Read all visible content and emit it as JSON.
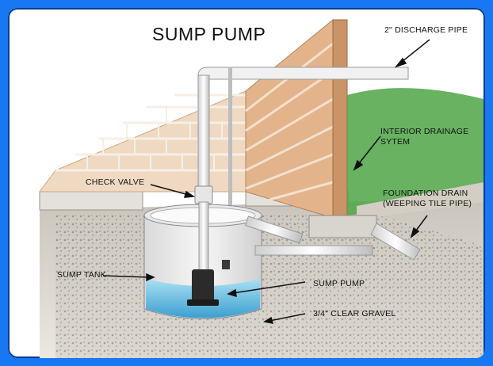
{
  "title": "SUMP PUMP",
  "labels": {
    "discharge_pipe": "2\" DISCHARGE PIPE",
    "interior_drainage_line1": "INTERIOR DRAINAGE",
    "interior_drainage_line2": "SYTEM",
    "foundation_drain_line1": "FOUNDATION DRAIN",
    "foundation_drain_line2": "(WEEPING TILE PIPE)",
    "check_valve": "CHECK VALVE",
    "sump_tank": "SUMP TANK",
    "sump_pump": "SUMP PUMP",
    "gravel": "3/4\" CLEAR GRAVEL"
  },
  "colors": {
    "frame": "#1877f2",
    "brick": "#e8c9a8",
    "mortar": "#f6f0e8",
    "water": "#7cc8e6",
    "pipe": "#f2f2f2",
    "grass": "#3f9a3a",
    "soil": "#b9b3a8"
  },
  "icons": [
    "arrow-icon"
  ]
}
